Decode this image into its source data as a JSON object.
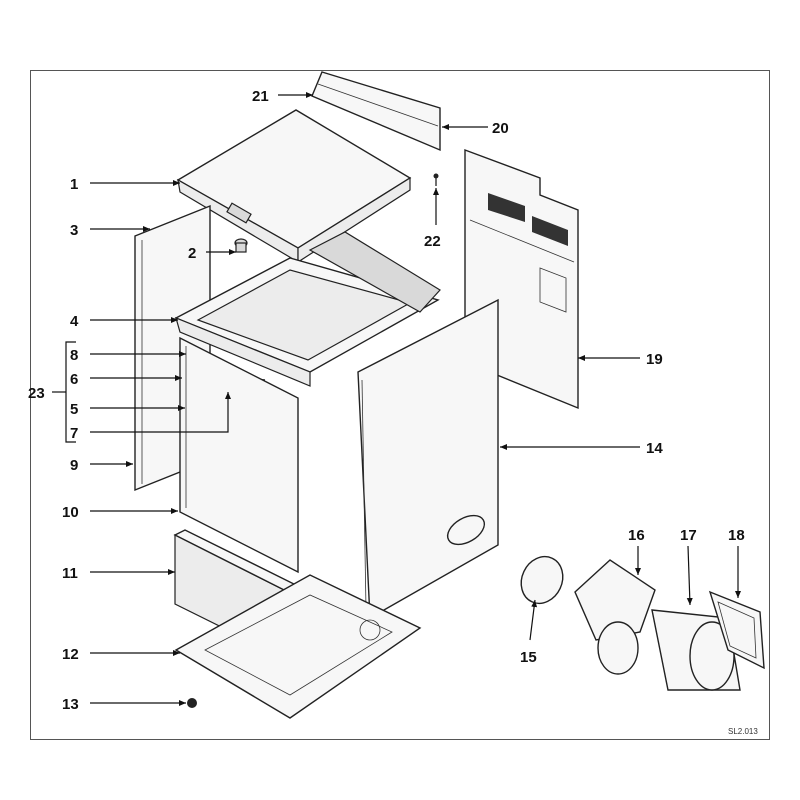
{
  "labels": [
    "1",
    "2",
    "3",
    "4",
    "5",
    "6",
    "7",
    "8",
    "9",
    "10",
    "11",
    "12",
    "13",
    "14",
    "15",
    "16",
    "17",
    "18",
    "19",
    "20",
    "21",
    "22",
    "23"
  ],
  "figure_code": "SL2.013",
  "colors": {
    "line": "#111111",
    "part_fill": "#f7f7f7",
    "shade": "#d9d9d9",
    "frame": "#555555"
  }
}
